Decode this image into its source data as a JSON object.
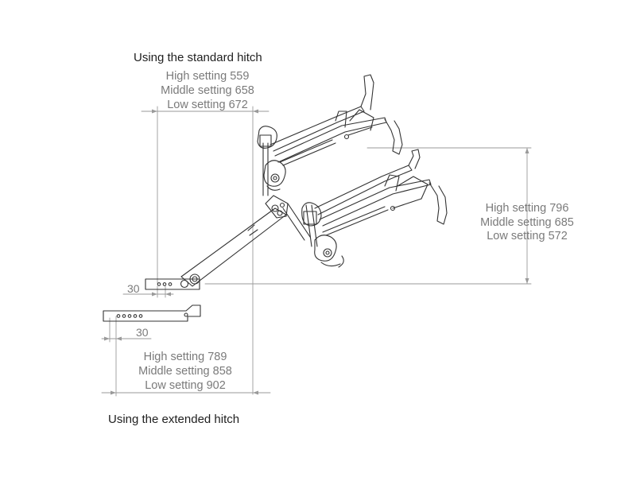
{
  "headings": {
    "standard": "Using the standard hitch",
    "extended": "Using the extended hitch"
  },
  "standard_reach": {
    "high": "High setting 559",
    "middle": "Middle setting 658",
    "low": "Low setting 672"
  },
  "height": {
    "high": "High setting 796",
    "middle": "Middle setting 685",
    "low": "Low setting 572"
  },
  "extended_reach": {
    "high": "High setting 789",
    "middle": "Middle setting 858",
    "low": "Low setting 902"
  },
  "offsets": {
    "standard": "30",
    "extended": "30"
  }
}
